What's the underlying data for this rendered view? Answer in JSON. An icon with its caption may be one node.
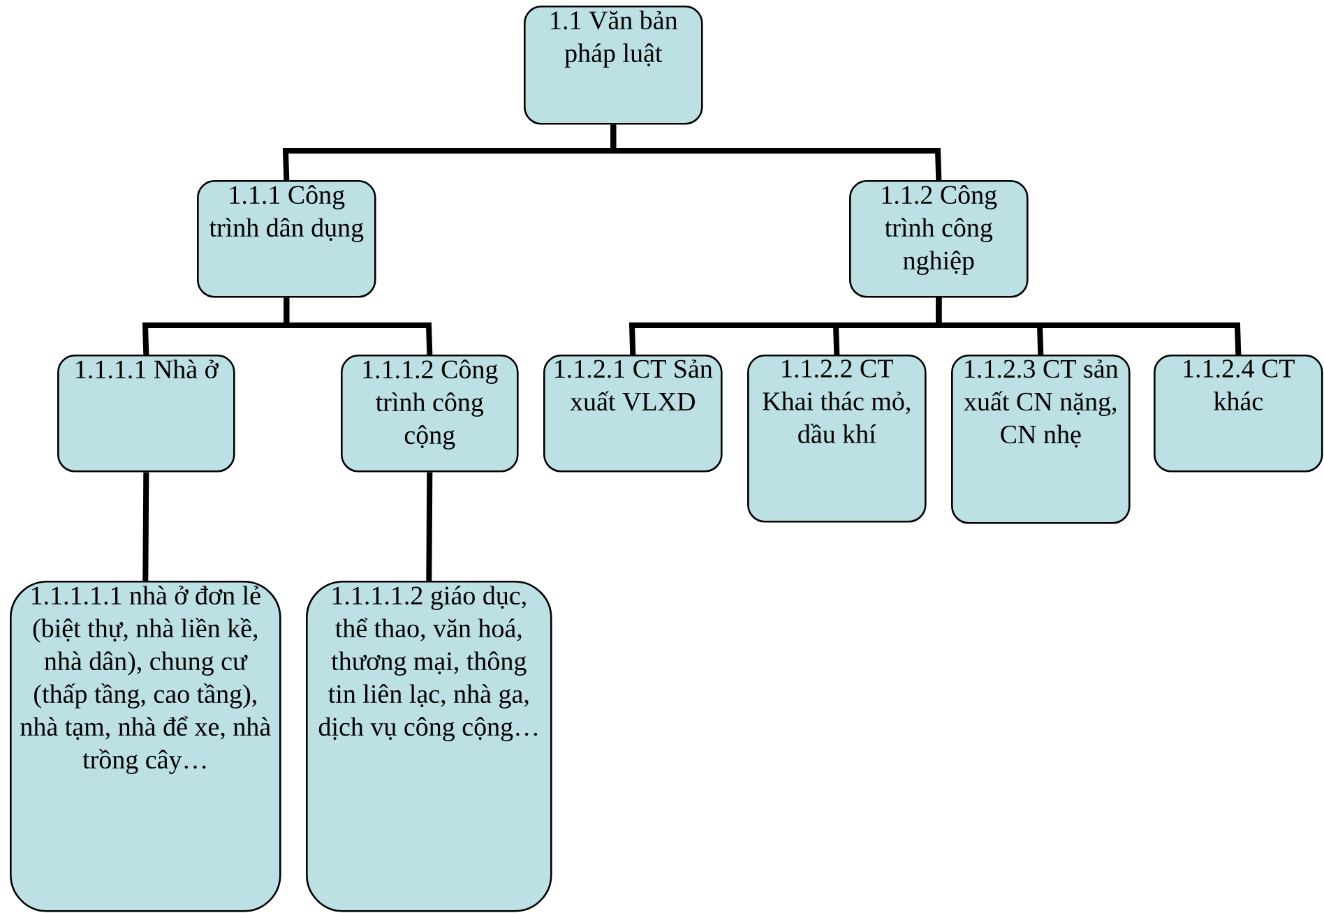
{
  "diagram": {
    "nodes": [
      {
        "text": [
          "1.1 Văn bản pháp luật"
        ]
      },
      {
        "text": [
          "1.1.1 Công trình dân dụng"
        ]
      },
      {
        "text": [
          "1.1.2 Công trình công nghiệp"
        ]
      },
      {
        "text": [
          "1.1.1.1 Nhà ở"
        ]
      },
      {
        "text": [
          "1.1.1.2 Công trình công cộng"
        ]
      },
      {
        "text": [
          "1.1.2.1 CT Sản xuất VLXD"
        ]
      },
      {
        "text": [
          "1.1.2.2 CT Khai thác mỏ, dầu khí"
        ]
      },
      {
        "text": [
          "1.1.2.3 CT sản xuất CN nặng, CN nhẹ"
        ]
      },
      {
        "text": [
          "1.1.2.4 CT khác"
        ]
      },
      {
        "text": [
          "1.1.1.1.1 nhà ở đơn lẻ (biệt thự, nhà liền kề, nhà dân), chung cư (thấp tầng, cao tầng), nhà tạm, nhà để xe, nhà trồng cây…"
        ]
      },
      {
        "text": [
          "1.1.1.1.2 giáo dục, thể thao, văn hoá, thương mại, thông tin liên lạc, nhà ga, dịch vụ công cộng…"
        ]
      }
    ],
    "edges": [
      {
        "from": 0,
        "to": 1,
        "arrow": "none"
      },
      {
        "from": 0,
        "to": 2,
        "arrow": "none"
      },
      {
        "from": 1,
        "to": 3,
        "arrow": "none"
      },
      {
        "from": 1,
        "to": 4,
        "arrow": "none"
      },
      {
        "from": 2,
        "to": 5,
        "arrow": "none"
      },
      {
        "from": 2,
        "to": 6,
        "arrow": "none"
      },
      {
        "from": 2,
        "to": 7,
        "arrow": "none"
      },
      {
        "from": 2,
        "to": 8,
        "arrow": "none"
      },
      {
        "from": 3,
        "to": 9,
        "arrow": "none"
      },
      {
        "from": 4,
        "to": 10,
        "arrow": "none"
      }
    ]
  }
}
